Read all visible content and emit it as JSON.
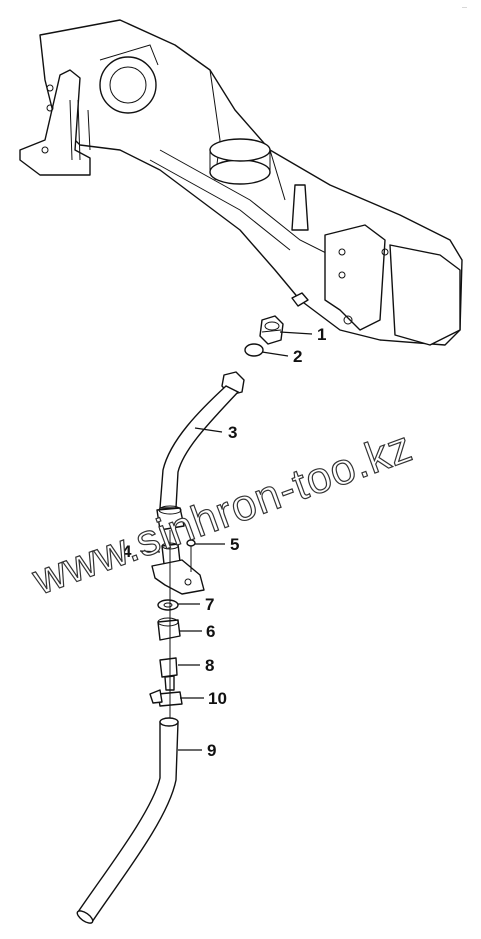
{
  "figure_ref": "—",
  "watermark": "www.sinhron-too.kz",
  "callouts": [
    {
      "id": "c1",
      "label": "1"
    },
    {
      "id": "c2",
      "label": "2"
    },
    {
      "id": "c3",
      "label": "3"
    },
    {
      "id": "c4",
      "label": "4"
    },
    {
      "id": "c5",
      "label": "5"
    },
    {
      "id": "c6",
      "label": "6"
    },
    {
      "id": "c7",
      "label": "7"
    },
    {
      "id": "c8",
      "label": "8"
    },
    {
      "id": "c9",
      "label": "9"
    },
    {
      "id": "c10",
      "label": "10"
    }
  ]
}
